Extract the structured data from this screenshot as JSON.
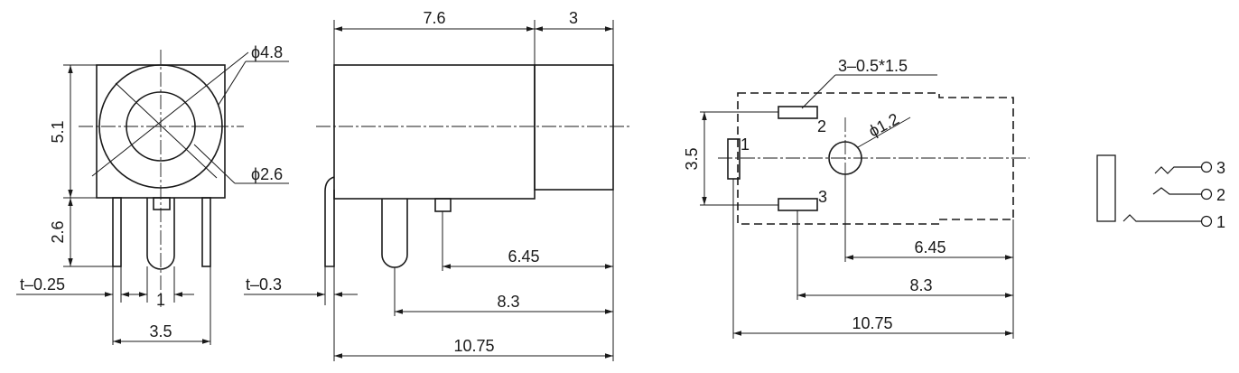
{
  "front_view": {
    "outer_diameter": "ϕ4.8",
    "inner_diameter": "ϕ2.6",
    "height": "5.1",
    "pin_length": "2.6",
    "pin_thickness": "t–0.25",
    "pin_spacing": "1",
    "total_width": "3.5"
  },
  "side_view": {
    "body_length": "7.6",
    "nose_length": "3",
    "pin_thickness": "t–0.3",
    "offset_small": "6.45",
    "offset_mid": "8.3",
    "total_length": "10.75"
  },
  "footprint": {
    "slot_spec": "3–0.5*1.5",
    "hole_diameter": "ϕ1.2",
    "pin1": "1",
    "pin2": "2",
    "pin3": "3",
    "spacing": "3.5",
    "offset_small": "6.45",
    "offset_mid": "8.3",
    "total_length": "10.75"
  },
  "schematic": {
    "pin3": "3",
    "pin2": "2",
    "pin1": "1"
  }
}
